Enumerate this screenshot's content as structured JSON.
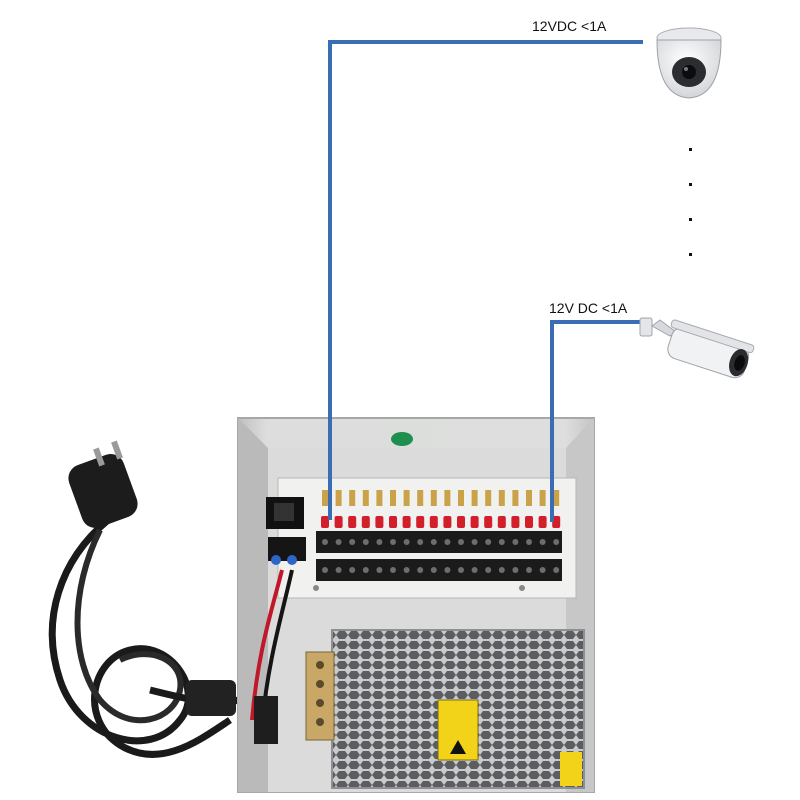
{
  "labels": {
    "camera_top": "12VDC  <1A",
    "camera_bottom": "12V DC  <1A"
  },
  "continuation_dots": 4,
  "colors": {
    "wire": "#3b6db5",
    "cabinet": "#d8d9d8",
    "red_terminal": "#d21f2b",
    "black_terminal": "#1b1b1b",
    "led": "#1e8f4e"
  },
  "icons": {
    "dome_camera": "dome-camera-icon",
    "bullet_camera": "bullet-camera-icon",
    "power_plug": "power-plug-icon",
    "power_supply": "power-supply-box-icon"
  }
}
